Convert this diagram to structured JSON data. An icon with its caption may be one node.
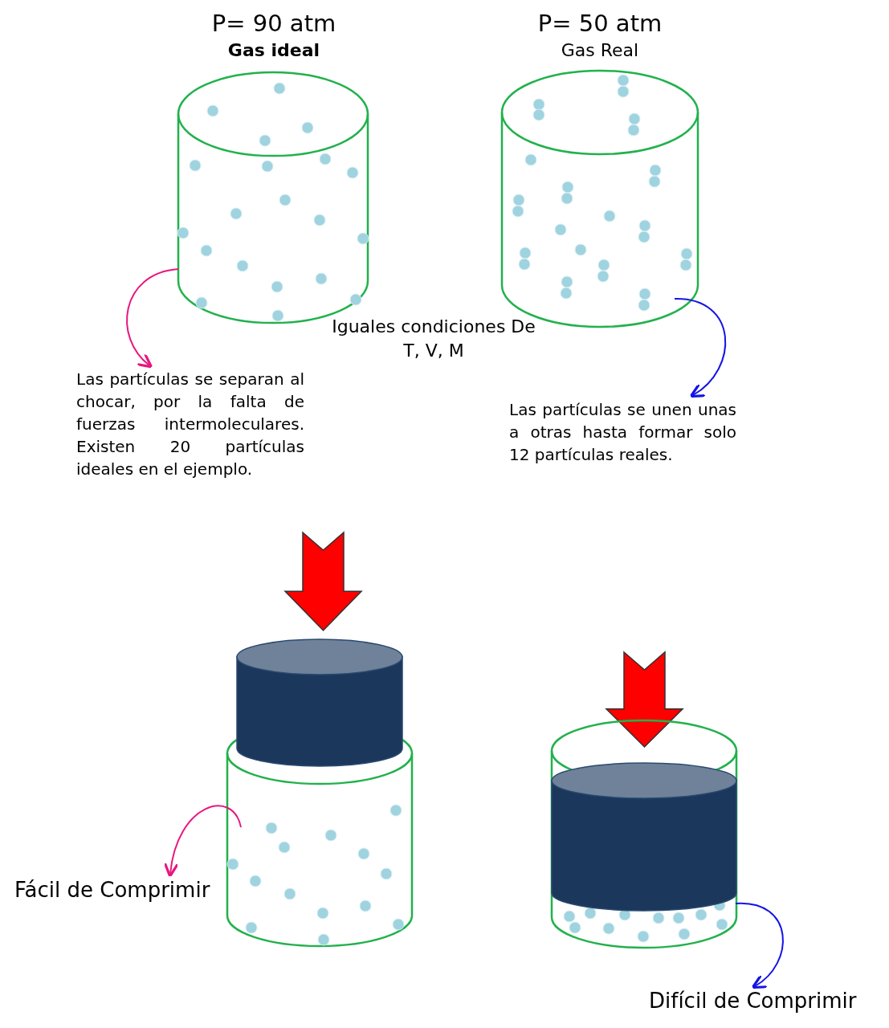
{
  "diagram": {
    "nodes": [
      {
        "text": [
          "P= 90 atm",
          "Gas ideal"
        ]
      },
      {
        "text": [
          "P= 50 atm",
          "Gas Real"
        ]
      },
      {
        "text": [
          "Las partículas se separan al chocar, por la falta de fuerzas intermoleculares. Existen 20 partículas ideales en el ejemplo."
        ]
      },
      {
        "text": [
          "Las partículas se unen unas a otras hasta formar solo 12 partículas reales."
        ]
      },
      {
        "text": [],
        "shape": "cylinder"
      },
      {
        "text": [
          "Fácil de Comprimir"
        ]
      },
      {
        "text": [],
        "shape": "cylinder"
      },
      {
        "text": [
          "Difícil de Comprimir"
        ]
      }
    ],
    "edges": [
      {
        "from": 0,
        "to": 2,
        "arrow": "to",
        "color": "#e8177f"
      },
      {
        "from": 1,
        "to": 3,
        "arrow": "to",
        "color": "#1414e6"
      },
      {
        "from": 4,
        "to": 5,
        "arrow": "to",
        "color": "#e8177f"
      },
      {
        "from": 6,
        "to": 7,
        "arrow": "to",
        "color": "#1414e6"
      }
    ],
    "labels": [
      "Iguales condiciones De T, V, M"
    ]
  }
}
